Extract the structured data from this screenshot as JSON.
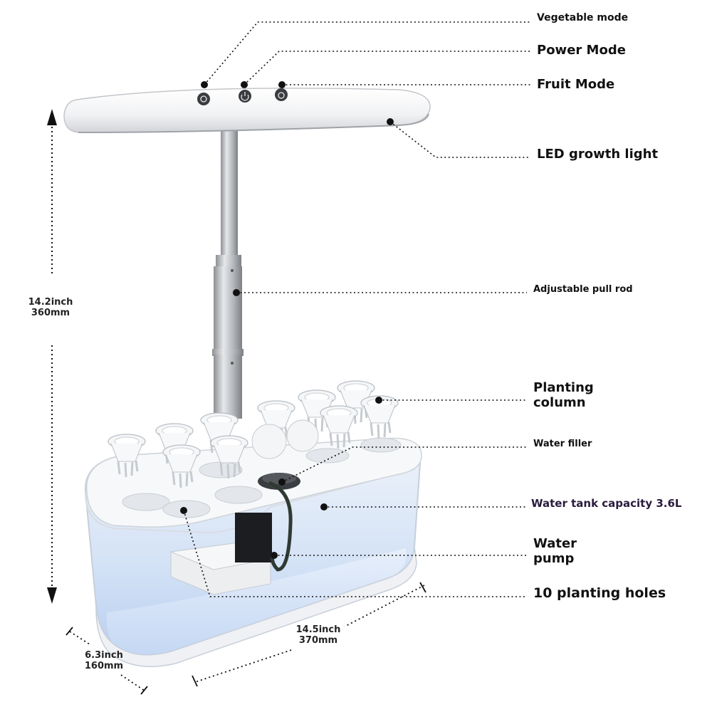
{
  "labels": {
    "vegetable_mode": "Vegetable mode",
    "power_mode": "Power Mode",
    "fruit_mode": "Fruit Mode",
    "led_growth_light": "LED growth light",
    "adjustable_pull_rod": "Adjustable pull rod",
    "planting_column_line1": "Planting",
    "planting_column_line2": "column",
    "water_filler": "Water filler",
    "water_tank_capacity": "Water tank capacity 3.6L",
    "water_pump_line1": "Water",
    "water_pump_line2": "pump",
    "planting_holes": "10 planting holes"
  },
  "dimensions": {
    "height_inch": "14.2inch",
    "height_mm": "360mm",
    "length_inch": "14.5inch",
    "length_mm": "370mm",
    "width_inch": "6.3inch",
    "width_mm": "160mm"
  },
  "colors": {
    "outline": "#111111",
    "label_purple": "#2a1b3d",
    "tank_water": "#cfe0f7",
    "rod_metal": "#b9bcc0"
  }
}
